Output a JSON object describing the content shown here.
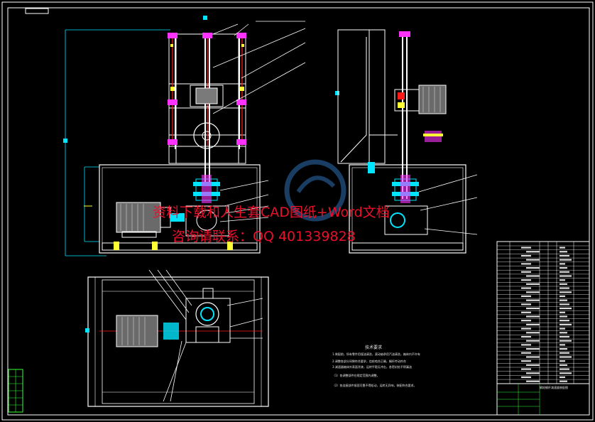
{
  "watermark": {
    "line1": "资料下载和人生套CAD图纸+Word文档",
    "line2": "咨询请联系：QQ 401339828"
  },
  "colors": {
    "frame": "#ffffff",
    "cyan": "#00e5ff",
    "red": "#ff1a1a",
    "yellow": "#ffff33",
    "green": "#33ff33",
    "magenta": "#ff33ff",
    "watermark": "#e8102a",
    "logo": "#2e6fb5"
  },
  "tech_notes": {
    "title": "技术要求",
    "lines": [
      "1.装配前，所有零件用煤油清洗，滚动轴承用汽油清洗，箱体内不许有",
      "2.调整各部分间隙符合要求，齿轮啮合正确，蜗杆传动符合",
      "3.减速器箱体外表面涂漆，运转平稳无冲击，各密封处不得漏油",
      "（1）各调整部件在规定范围内调整。",
      "（2）各连接部件紧固可靠不得松动，运转无异响，装配符合要求。"
    ]
  },
  "title_block": {
    "drawing_name": "蜗轮蜗杆减速器装配图"
  }
}
